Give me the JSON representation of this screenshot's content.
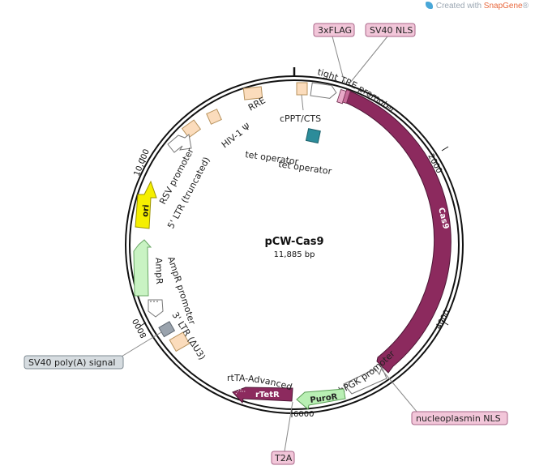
{
  "watermark": {
    "prefix": "Created with ",
    "brand": "SnapGene",
    "suffix": "®"
  },
  "plasmid": {
    "name": "pCW-Cas9",
    "length": "11,885 bp"
  },
  "ticks": [
    "2000",
    "4000",
    "6000",
    "8000",
    "10,000"
  ],
  "features": {
    "tre": "tight TRE promoter",
    "cas9": "Cas9",
    "cppt": "cPPT/CTS",
    "tetop1": "tet operator",
    "tetop2": "tet operator",
    "rre": "RRE",
    "hiv": "HIV-1 Ψ",
    "ltr5": "5' LTR (truncated)",
    "rsv": "RSV promoter",
    "ori": "ori",
    "ampr": "AmpR",
    "amprp": "AmpR promoter",
    "ltr3": "3' LTR (ΔU3)",
    "hpgk": "hPGK promoter",
    "puror": "PuroR",
    "rteta": "rtTA-Advanced",
    "rtetr": "rTetR"
  },
  "callouts": {
    "flag": "3xFLAG",
    "sv40nls": "SV40 NLS",
    "sv40pa": "SV40 poly(A) signal",
    "nucnls": "nucleoplasmin NLS",
    "t2a": "T2A"
  },
  "colors": {
    "cas9": "#8c2a5e",
    "rtetr": "#8c2a5e",
    "puror": "#b9efb4",
    "ampr": "#c9f3c3",
    "ori": "#f5ef00",
    "ltr": "#fbdcbc",
    "operator": "#2c8c9a",
    "polya": "#9aa3ad",
    "callout": "#f2c6d9",
    "callout_grey": "#d6dce0"
  }
}
